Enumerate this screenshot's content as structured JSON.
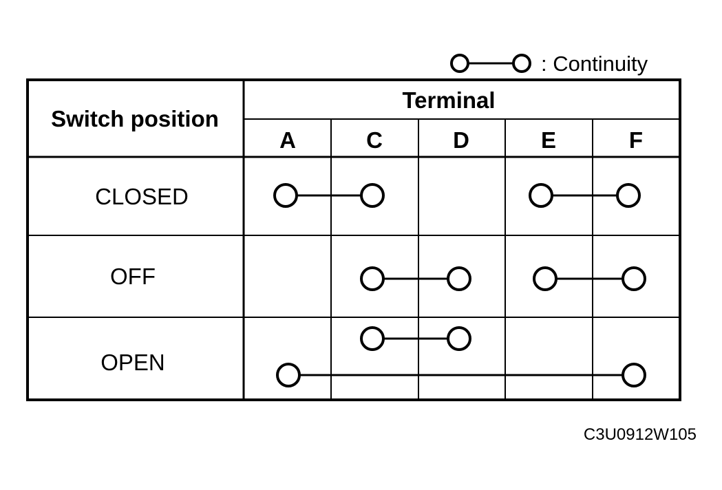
{
  "legend": {
    "label": ": Continuity"
  },
  "table": {
    "row_header": "Switch position",
    "column_group_header": "Terminal",
    "terminals": [
      "A",
      "C",
      "D",
      "E",
      "F"
    ],
    "rows": [
      {
        "position": "CLOSED",
        "connections": [
          [
            "A",
            "C"
          ],
          [
            "E",
            "F"
          ]
        ]
      },
      {
        "position": "OFF",
        "connections": [
          [
            "C",
            "D"
          ],
          [
            "E",
            "F"
          ]
        ]
      },
      {
        "position": "OPEN",
        "connections": [
          [
            "C",
            "D"
          ],
          [
            "A",
            "F"
          ]
        ]
      }
    ]
  },
  "figure_code": "C3U0912W105"
}
